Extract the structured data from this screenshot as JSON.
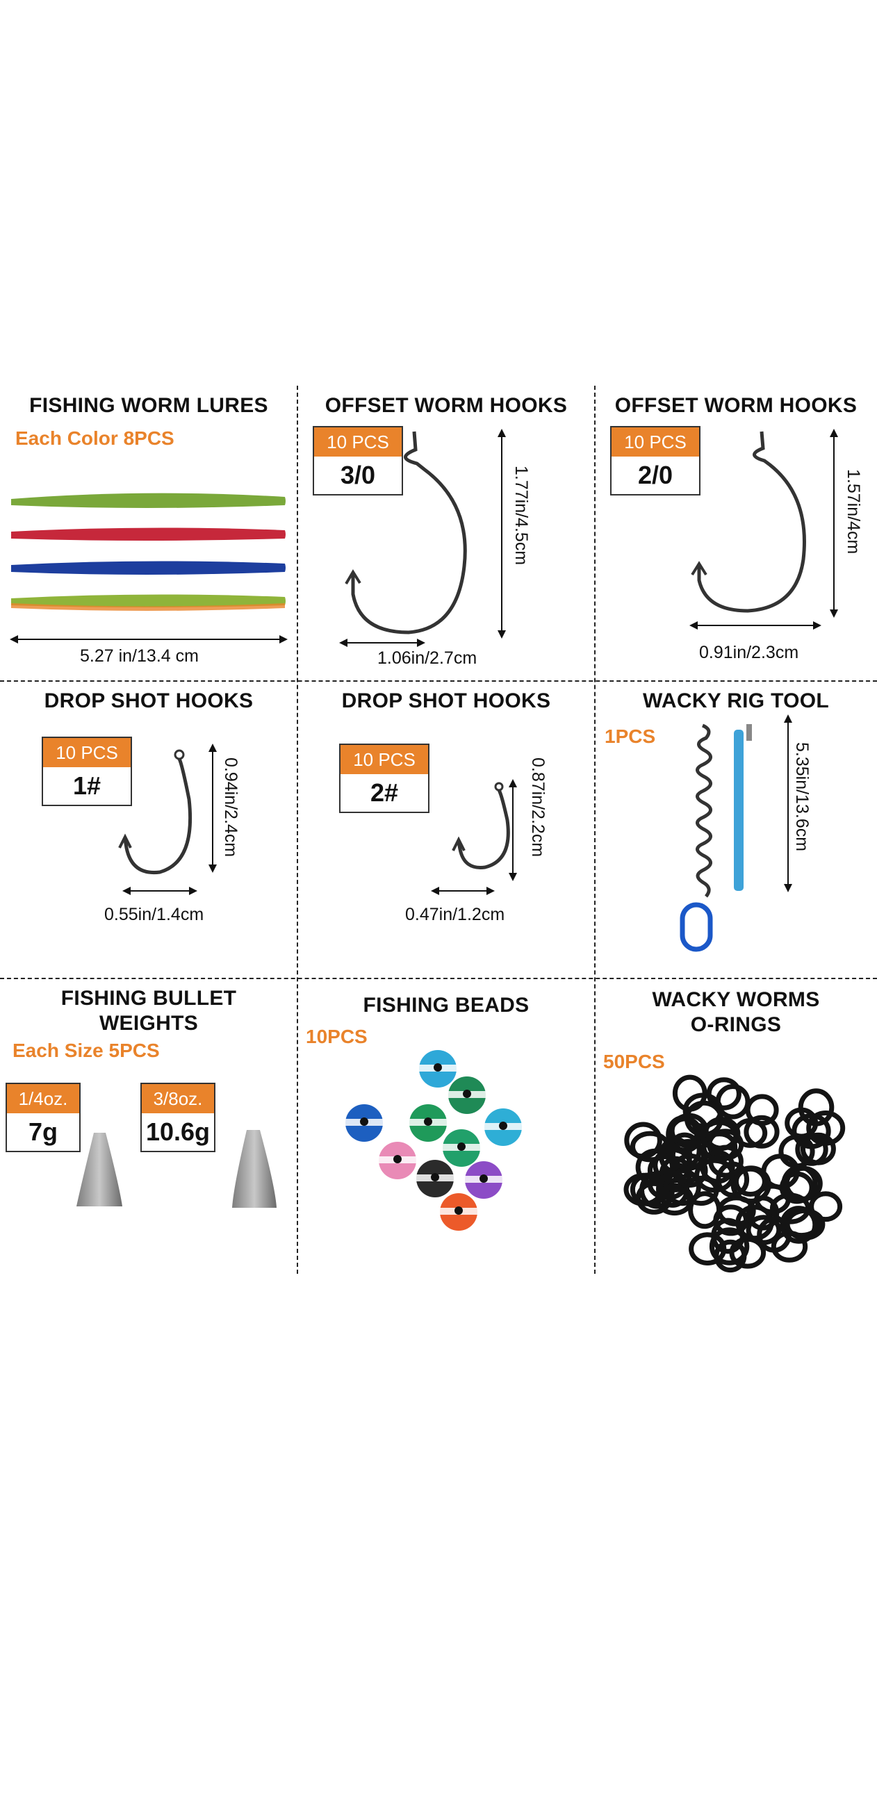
{
  "cells": {
    "worm_lures": {
      "title": "FISHING WORM LURES",
      "subtitle": "Each Color 8PCS",
      "dimension": "5.27 in/13.4 cm",
      "colors": [
        "#7aa83a",
        "#c6283b",
        "#1d3e9e",
        "#8fb43a"
      ]
    },
    "offset_hooks_30": {
      "title": "OFFSET WORM HOOKS",
      "badge_top": "10 PCS",
      "badge_bottom": "3/0",
      "height_dim": "1.77in/4.5cm",
      "width_dim": "1.06in/2.7cm"
    },
    "offset_hooks_20": {
      "title": "OFFSET WORM HOOKS",
      "badge_top": "10 PCS",
      "badge_bottom": "2/0",
      "height_dim": "1.57in/4cm",
      "width_dim": "0.91in/2.3cm"
    },
    "drop_shot_1": {
      "title": "DROP SHOT HOOKS",
      "badge_top": "10 PCS",
      "badge_bottom": "1#",
      "height_dim": "0.94in/2.4cm",
      "width_dim": "0.55in/1.4cm"
    },
    "drop_shot_2": {
      "title": "DROP SHOT HOOKS",
      "badge_top": "10 PCS",
      "badge_bottom": "2#",
      "height_dim": "0.87in/2.2cm",
      "width_dim": "0.47in/1.2cm"
    },
    "wacky_tool": {
      "title": "WACKY RIG TOOL",
      "subtitle": "1PCS",
      "height_dim": "5.35in/13.6cm"
    },
    "bullet_weights": {
      "title_line1": "FISHING BULLET",
      "title_line2": "WEIGHTS",
      "subtitle": "Each Size 5PCS",
      "badge1_top": "1/4oz.",
      "badge1_bottom": "7g",
      "badge2_top": "3/8oz.",
      "badge2_bottom": "10.6g"
    },
    "beads": {
      "title": "FISHING BEADS",
      "subtitle": "10PCS"
    },
    "orings": {
      "title_line1": "WACKY  WORMS",
      "title_line2": "O-RINGS",
      "subtitle": "50PCS"
    }
  },
  "colors": {
    "accent": "#e9832b",
    "text": "#111111",
    "divider": "#222222"
  }
}
